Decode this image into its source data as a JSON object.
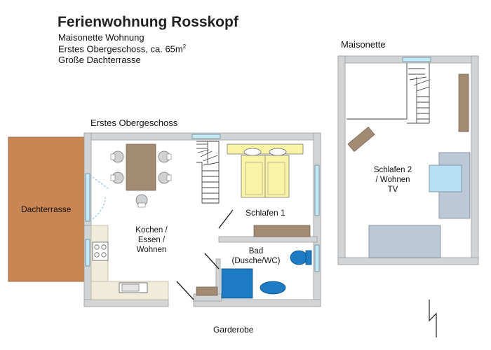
{
  "header": {
    "title": "Ferienwohnung Rosskopf",
    "line1": "Maisonette Wohnung",
    "line2_prefix": "Erstes Obergeschoss, ca. 65m",
    "line2_sup": "2",
    "line3": "Große Dachterrasse"
  },
  "sections": {
    "first_floor": "Erstes Obergeschoss",
    "maisonette": "Maisonette"
  },
  "rooms": {
    "terrace": "Dachterrasse",
    "kitchen_l1": "Kochen /",
    "kitchen_l2": "Essen /",
    "kitchen_l3": "Wohnen",
    "bedroom1": "Schlafen 1",
    "bath_l1": "Bad",
    "bath_l2": "(Dusche/WC)",
    "wardrobe": "Garderobe",
    "bedroom2_l1": "Schlafen 2",
    "bedroom2_l2": "/ Wohnen",
    "bedroom2_l3": "TV"
  },
  "colors": {
    "wall": "#d2d4d6",
    "wall_edge": "#9a9c9e",
    "terrace": "#c98552",
    "furniture_brown": "#a38a73",
    "bed_yellow": "#faf3a6",
    "window_blue": "#c3e8f6",
    "shower_blue": "#1c7bc2",
    "tv_blue": "#b7dff4",
    "sofa_blue": "#bcc8d8",
    "kitchen_counter": "#f1ebdc"
  },
  "icons": {
    "north": "north-arrow-icon"
  }
}
